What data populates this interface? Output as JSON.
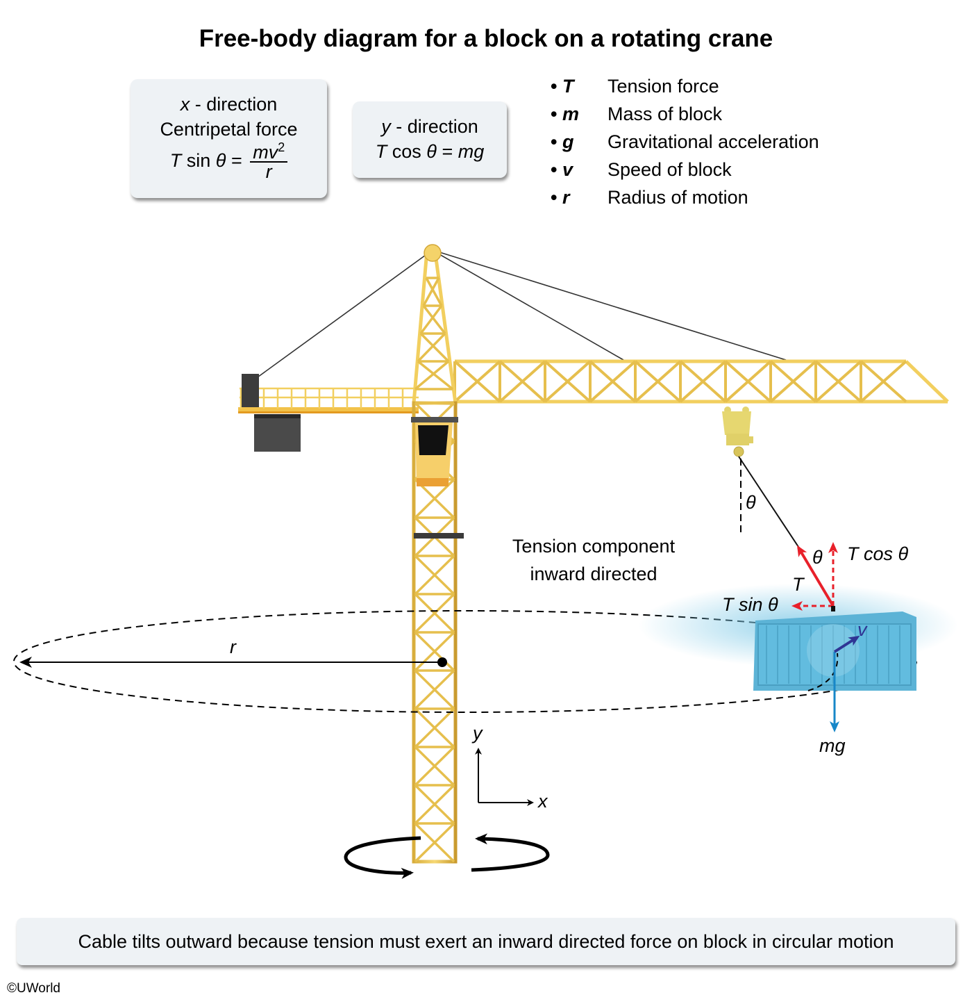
{
  "title": "Free-body diagram for a block on a rotating crane",
  "x_box": {
    "line1_var": "x",
    "line1_rest": " - direction",
    "line2": "Centripetal force",
    "eq_T": "T",
    "eq_sin": " sin ",
    "eq_theta": "θ",
    "eq_equals": " = ",
    "eq_num": "mv",
    "eq_exp": "2",
    "eq_den": "r"
  },
  "y_box": {
    "line1_var": "y",
    "line1_rest": " - direction",
    "eq_T": "T",
    "eq_cos": " cos ",
    "eq_theta": "θ",
    "eq_equals": " = ",
    "eq_rhs": "mg"
  },
  "legend": [
    {
      "symbol": "T",
      "description": "Tension force"
    },
    {
      "symbol": "m",
      "description": "Mass of block"
    },
    {
      "symbol": "g",
      "description": "Gravitational acceleration"
    },
    {
      "symbol": "v",
      "description": "Speed of block"
    },
    {
      "symbol": "r",
      "description": "Radius of motion"
    }
  ],
  "legend_bullet": "•",
  "annotations": {
    "theta_cable": "θ",
    "theta_vector": "θ",
    "tension": "T",
    "t_cos": "T cos θ",
    "t_sin": "T sin θ",
    "velocity": "v",
    "weight": "mg",
    "radius": "r",
    "axis_x": "x",
    "axis_y": "y",
    "tension_note_line1": "Tension component",
    "tension_note_line2": "inward directed"
  },
  "colors": {
    "crane_yellow": "#f2cf5f",
    "crane_dark": "#c99a2e",
    "tension_red": "#e8202a",
    "weight_blue": "#1787c8",
    "velocity_navy": "#2f3594",
    "container_blue": "#5cb3d6",
    "box_bg": "#eef2f5"
  },
  "caption": "Cable tilts outward because tension must exert an inward directed force on block in circular motion",
  "copyright": "©UWorld"
}
